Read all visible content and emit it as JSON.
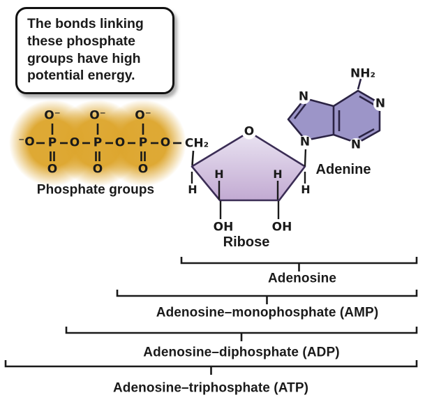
{
  "callout": {
    "text": "The bonds linking\nthese phosphate\ngroups have high\npotential energy."
  },
  "colors": {
    "phosphate_glow": "#dda62e",
    "adenine_fill": "#9c95c8",
    "ribose_gradient_top": "#eae4f2",
    "ribose_gradient_bottom": "#c2aad2",
    "ring_outline": "#2b2344",
    "text": "#1a1a1a"
  },
  "phosphate": {
    "label": "Phosphate groups",
    "terminal_o": "⁻O",
    "p": "P",
    "bridge_o": "O",
    "top_o": "O⁻",
    "bottom_o": "O"
  },
  "linker": {
    "ch2": "CH₂"
  },
  "ribose": {
    "label": "Ribose",
    "ring_o": "O",
    "h": "H",
    "oh": "OH"
  },
  "adenine": {
    "label": "Adenine",
    "n": "N",
    "nh2": "NH₂"
  },
  "brackets": [
    {
      "label": "Adenosine"
    },
    {
      "label": "Adenosine–monophosphate (AMP)"
    },
    {
      "label": "Adenosine–diphosphate (ADP)"
    },
    {
      "label": "Adenosine–triphosphate (ATP)"
    }
  ]
}
